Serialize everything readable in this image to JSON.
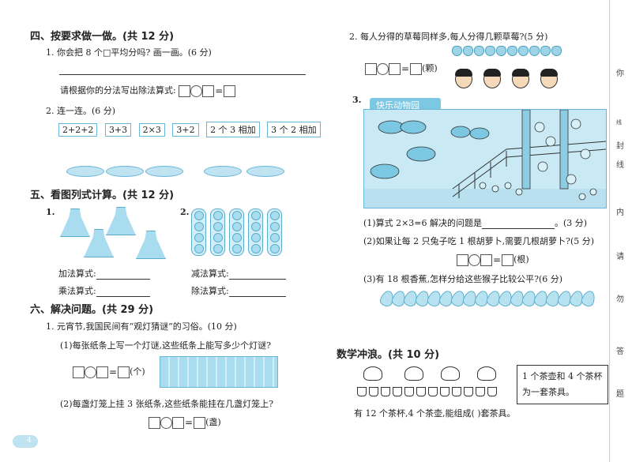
{
  "left": {
    "s4_title": "四、按要求做一做。(共 12 分)",
    "q1": "1. 你会把 8 个□平均分吗? 画一画。(6 分)",
    "q1_formula_prompt": "请根据你的分法写出除法算式:",
    "q2": "2. 连一连。(6 分)",
    "expressions": [
      "2+2+2",
      "3+3",
      "2×3",
      "3+2",
      "2 个 3 相加",
      "3 个 2 相加"
    ],
    "s5_title": "五、看图列式计算。(共 12 分)",
    "n1": "1.",
    "n2": "2.",
    "add_label": "加法算式:",
    "mul_label": "乘法算式:",
    "sub_label": "减法算式:",
    "div_label": "除法算式:",
    "s6_title": "六、解决问题。(共 29 分)",
    "q6_1": "1. 元宵节,我国民间有“观灯猜谜”的习俗。(10 分)",
    "q6_1a": "(1)每张纸条上写一个灯谜,这些纸条上能写多少个灯谜?",
    "unit_ge": "(个)",
    "q6_1b": "(2)每盏灯笼上挂 3 张纸条,这些纸条能挂在几盏灯笼上?",
    "unit_zhan": "(盏)",
    "page_number": "4"
  },
  "right": {
    "q2": "2. 每人分得的草莓同样多,每人分得几颗草莓?(5 分)",
    "unit_ke": "(颗)",
    "q3_num": "3.",
    "scene_banner": "快乐动物园",
    "q3_1": "(1)算式 2×3=6 解决的问题是",
    "q3_1_score": "。(3 分)",
    "q3_2": "(2)如果让每 2 只兔子吃 1 根胡萝卜,需要几根胡萝卜?(5 分)",
    "unit_gen": "(根)",
    "q3_3": "(3)有 18 根香蕉,怎样分给这些猴子比较公平?(6 分)",
    "bonus_title": "数学冲浪。(共 10 分)",
    "bonus_box": "1 个茶壶和 4 个茶杯为一套茶具。",
    "bonus_q": "有 12 个茶杯,4 个茶壶,能组成(      )套茶具。"
  },
  "sidebar": [
    "你",
    "线",
    "封",
    "线",
    "内",
    "请",
    "勿",
    "答",
    "题"
  ],
  "colors": {
    "accent": "#6ab6d8",
    "fill": "#a9dcef",
    "scene": "#c9eaf5"
  }
}
